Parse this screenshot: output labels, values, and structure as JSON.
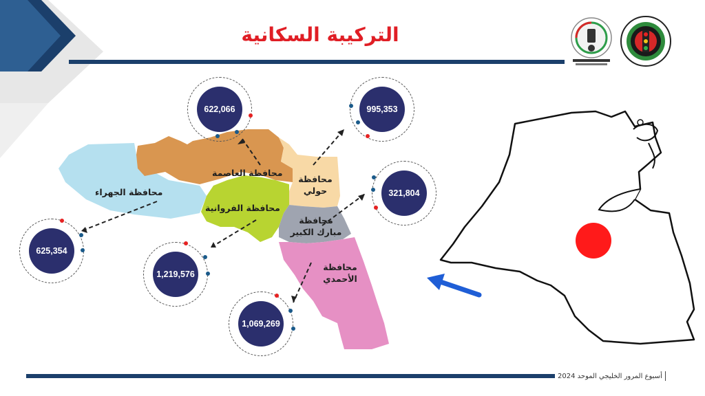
{
  "header": {
    "title": "التركيبة السكانية"
  },
  "logos": {
    "left_logo": "no-phone-logo",
    "right_logo": "traffic-department-logo"
  },
  "regions": {
    "capital": {
      "label": "محافظة العاصمة",
      "population": "622,066",
      "color": "#d99650"
    },
    "hawalli": {
      "label": "محافظة حولي",
      "population": "995,353",
      "color": "#f8d9a6"
    },
    "jahra": {
      "label": "محافظة الجهراء",
      "population": "625,354",
      "color": "#b5e0ef"
    },
    "farwaniya": {
      "label": "محافظة الفروانية",
      "population": "1,219,576",
      "color": "#b8d431"
    },
    "mubarak": {
      "label": "محافظة مبارك الكبير",
      "population": "321,804",
      "color": "#9fa4b0"
    },
    "ahmadi": {
      "label": "محافظة الأحمدي",
      "population": "1,069,269",
      "color": "#e690c4"
    }
  },
  "footer": {
    "text": "أسبوع المرور الخليجي الموحد 2024"
  },
  "colors": {
    "accent_blue": "#1b3f6b",
    "bubble_fill": "#2b2f6d",
    "title_red": "#e01e25",
    "arrow_blue": "#1f5ed6",
    "marker_red": "#ff1a1a"
  }
}
